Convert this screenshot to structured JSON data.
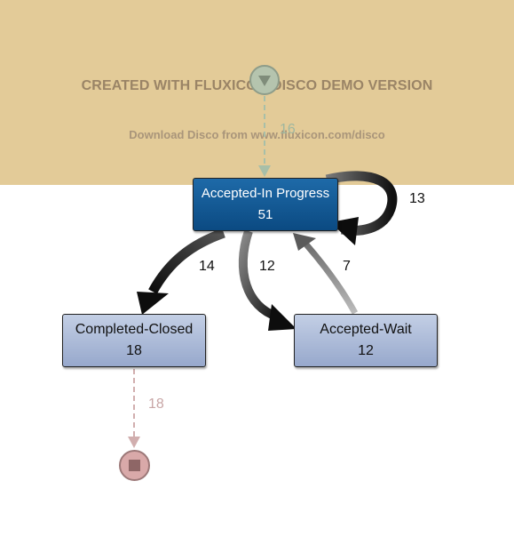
{
  "watermark": {
    "title": "CREATED WITH FLUXICON DISCO DEMO VERSION",
    "subtitle": "Download Disco from www.fluxicon.com/disco"
  },
  "nodes": {
    "accepted_in_progress": {
      "label": "Accepted-In Progress",
      "count": "51"
    },
    "completed_closed": {
      "label": "Completed-Closed",
      "count": "18"
    },
    "accepted_wait": {
      "label": "Accepted-Wait",
      "count": "12"
    }
  },
  "edges": {
    "start_to_in_progress": "16",
    "in_progress_self_loop": "13",
    "in_progress_to_completed": "14",
    "in_progress_to_wait": "12",
    "wait_to_in_progress": "7",
    "completed_to_end": "18"
  },
  "icons": {
    "start": "start-triangle-icon",
    "end": "end-square-icon"
  }
}
